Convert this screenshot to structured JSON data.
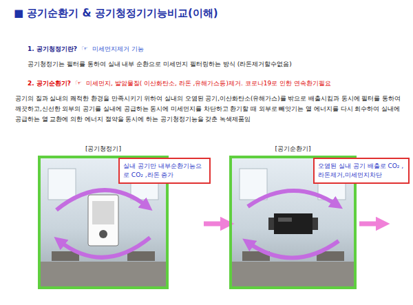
{
  "diagram": {
    "title": "■ 공기순환기 & 공기청정기기능비교(이해)",
    "nodes": [
      {
        "text": [
          "[공기청정기]"
        ]
      },
      {
        "text": [
          "실내 공기만 내부순환기능으로 CO₂ ,라돈 증가"
        ]
      },
      {
        "text": [
          "[공기순환기]"
        ]
      },
      {
        "text": [
          "오염된 실내 공기 배출로 CO₂ ,라돈제거,미세먼지차단"
        ]
      }
    ],
    "labels": [
      "1. 공기청정기란?",
      "☞",
      "미세먼지제거 기능",
      "공기청정기는 필터를 통하여 실내 내부 순환으로 미세먼지 필터링하는 방식 (라돈제거할수없음)",
      "2. 공기순환기?",
      "☞",
      "미세먼지, 발암물질( 이산화탄소, 라돈 ,유해가스등)제거. 코로나19로 인한 연속환기필요",
      "공기의 질과 실내의 쾌적한 환경을 만족시키기 위하여 실내의 오염된 공기,이산화탄소(유해가스)를 밖으로 배출시킴과 동시에 필터를 통하여 깨끗하고,신선한 외부의 공기를 실내에 공급하는 동시에 미세먼지를 차단하고 환기할 때 외부로 빼앗기는 열 에너지를 다시 회수하여 실내에 공급하는 열 교환에 의한 에너지 절약을 동시에 하는 공기청정기능을 갖춘 녹색제품임"
    ]
  }
}
